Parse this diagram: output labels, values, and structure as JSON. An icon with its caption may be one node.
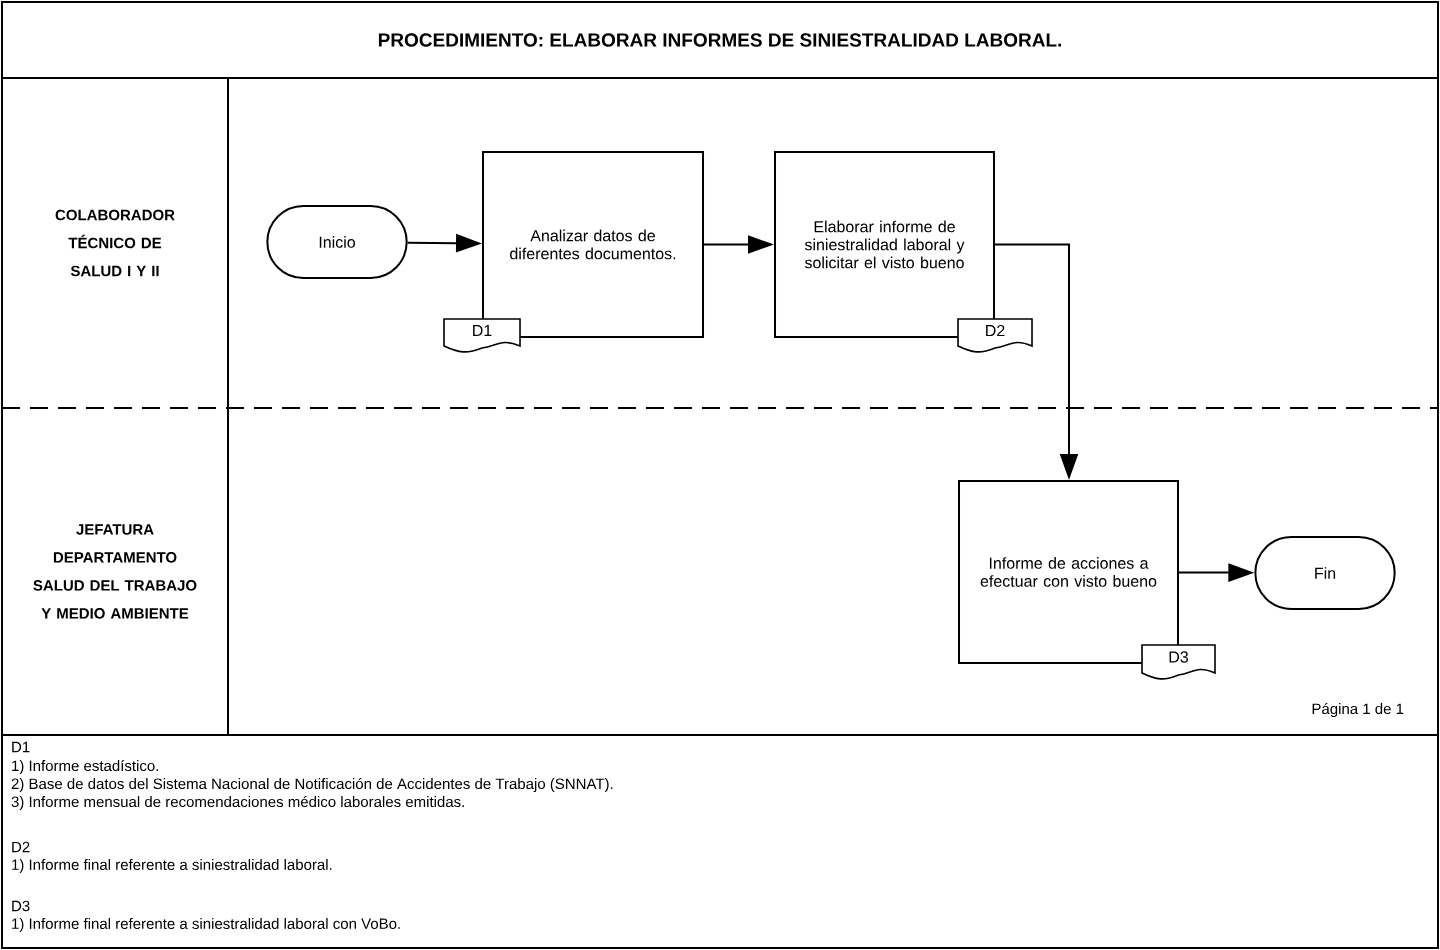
{
  "diagram": {
    "title": "PROCEDIMIENTO: ELABORAR INFORMES DE SINIESTRALIDAD LABORAL.",
    "nodes": [
      {
        "text": [
          "COLABORADOR TÉCNICO DE SALUD I Y II"
        ]
      },
      {
        "text": [
          "JEFATURA DEPARTAMENTO SALUD DEL TRABAJO Y MEDIO AMBIENTE"
        ]
      },
      {
        "text": [
          "Inicio"
        ]
      },
      {
        "text": [
          "Analizar datos de diferentes documentos."
        ]
      },
      {
        "text": [
          "D1"
        ]
      },
      {
        "text": [
          "Elaborar informe de siniestralidad laboral y solicitar el visto bueno"
        ]
      },
      {
        "text": [
          "D2"
        ]
      },
      {
        "text": [
          "Informe de acciones a efectuar con visto bueno"
        ]
      },
      {
        "text": [
          "D3"
        ]
      },
      {
        "text": [
          "Fin"
        ]
      }
    ],
    "edges": [
      {
        "from": 2,
        "to": 3,
        "arrow": "to"
      },
      {
        "from": 3,
        "to": 5,
        "arrow": "to"
      },
      {
        "from": 5,
        "to": 7,
        "arrow": "to"
      },
      {
        "from": 7,
        "to": 9,
        "arrow": "to"
      }
    ],
    "labels": [
      "Página 1 de 1",
      "D1",
      "1) Informe estadístico.",
      "2) Base de datos del Sistema Nacional de Notificación de Accidentes de Trabajo (SNNAT).",
      "3) Informe mensual de recomendaciones médico laborales emitidas.",
      "D2",
      "1) Informe final referente a siniestralidad laboral.",
      "D3",
      "1) Informe final referente a siniestralidad laboral con VoBo."
    ]
  }
}
